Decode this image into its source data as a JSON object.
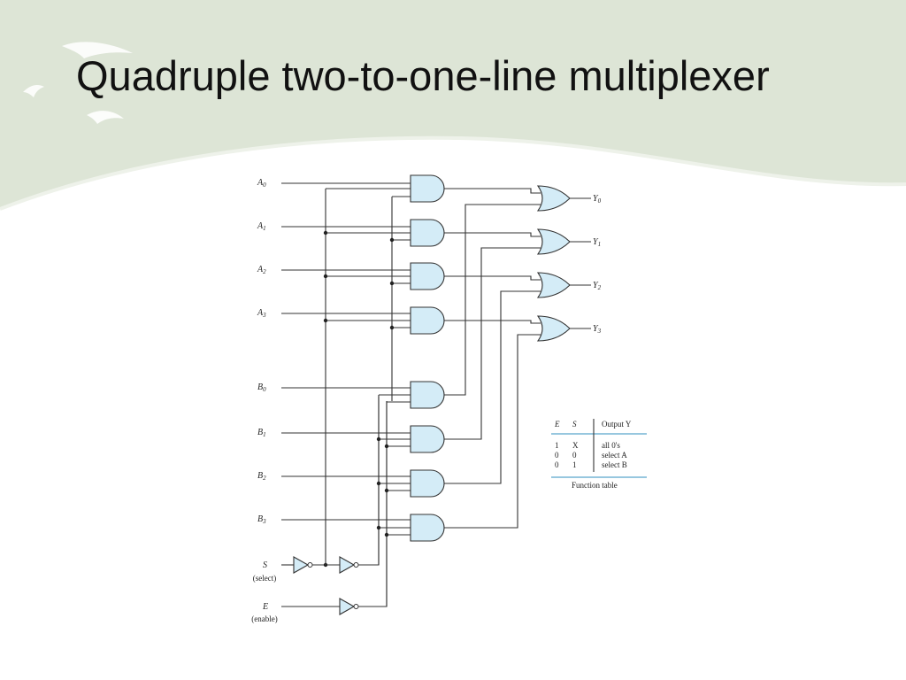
{
  "slide": {
    "title": "Quadruple two-to-one-line multiplexer"
  },
  "colors": {
    "banner": "#dde5d6",
    "gate_fill": "#d4ecf7",
    "table_rule": "#2f8fbf"
  },
  "circuit": {
    "inputs_a": [
      {
        "letter": "A",
        "sub": "0"
      },
      {
        "letter": "A",
        "sub": "1"
      },
      {
        "letter": "A",
        "sub": "2"
      },
      {
        "letter": "A",
        "sub": "3"
      }
    ],
    "inputs_b": [
      {
        "letter": "B",
        "sub": "0"
      },
      {
        "letter": "B",
        "sub": "1"
      },
      {
        "letter": "B",
        "sub": "2"
      },
      {
        "letter": "B",
        "sub": "3"
      }
    ],
    "outputs": [
      {
        "letter": "Y",
        "sub": "0"
      },
      {
        "letter": "Y",
        "sub": "1"
      },
      {
        "letter": "Y",
        "sub": "2"
      },
      {
        "letter": "Y",
        "sub": "3"
      }
    ],
    "select": {
      "letter": "S",
      "caption": "(select)"
    },
    "enable": {
      "letter": "E",
      "caption": "(enable)"
    }
  },
  "function_table": {
    "headers": [
      "E",
      "S",
      "Output Y"
    ],
    "rows": [
      [
        "1",
        "X",
        "all 0's"
      ],
      [
        "0",
        "0",
        "select A"
      ],
      [
        "0",
        "1",
        "select B"
      ]
    ],
    "caption": "Function table"
  }
}
